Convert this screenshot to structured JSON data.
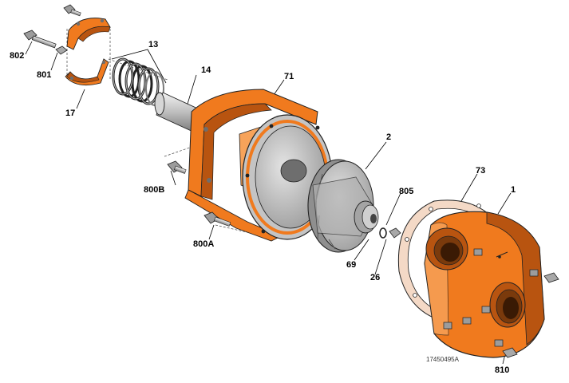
{
  "diagram": {
    "colors": {
      "orange": "#F07A1E",
      "orange_dark": "#B85410",
      "orange_light": "#F7A35A",
      "grey": "#B9B9B9",
      "grey_dark": "#6E6E6E",
      "grey_light": "#DCDCDC",
      "gasket": "#F4D9C6",
      "outline": "#222222"
    },
    "labels": {
      "p802": "802",
      "p801": "801",
      "p17": "17",
      "p13": "13",
      "p14": "14",
      "p71": "71",
      "p800b": "800B",
      "p800a": "800A",
      "p2": "2",
      "p805": "805",
      "p69": "69",
      "p26": "26",
      "p73": "73",
      "p1": "1",
      "p810": "810"
    },
    "drawing_code": "17450495A"
  }
}
